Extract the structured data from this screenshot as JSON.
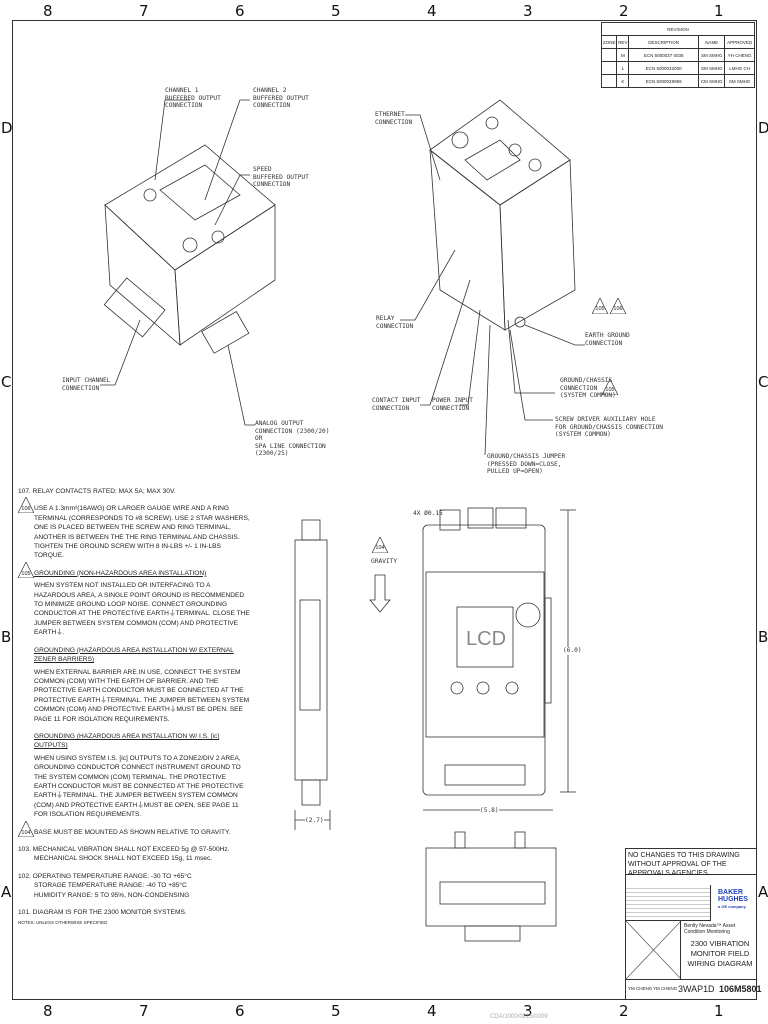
{
  "zones_top": [
    "8",
    "7",
    "6",
    "5",
    "4",
    "3",
    "2",
    "1"
  ],
  "zones_side": [
    "D",
    "C",
    "B",
    "A"
  ],
  "revision": {
    "title": "REVISION",
    "headers": [
      "ZONE",
      "REV",
      "DESCRIPTION",
      "NAME",
      "APPROVED"
    ],
    "rows": [
      [
        "",
        "M",
        "ECN 5000037 0035",
        "SM SMHG",
        "YH CHENG"
      ],
      [
        "",
        "L",
        "ECN 5000032000",
        "SM SMHG",
        "LMHG CH"
      ],
      [
        "",
        "K",
        "ECN 5000029959",
        "CM SMHG",
        "SM SMHG"
      ]
    ]
  },
  "callouts": {
    "ch1": "CHANNEL 1\nBUFFERED OUTPUT\nCONNECTION",
    "ch2": "CHANNEL 2\nBUFFERED OUTPUT\nCONNECTION",
    "speed": "SPEED\nBUFFERED OUTPUT\nCONNECTION",
    "input": "INPUT CHANNEL\nCONNECTION",
    "analog": "ANALOG OUTPUT\nCONNECTION (2300/20)\nOR\nSPA LINE CONNECTION\n(2300/25)",
    "ethernet": "ETHERNET\nCONNECTION",
    "relay": "RELAY\nCONNECTION",
    "earth": "EARTH GROUND\nCONNECTION",
    "contact": "CONTACT INPUT\nCONNECTION",
    "power": "POWER INPUT\nCONNECTION",
    "gnd_chassis": "GROUND/CHASSIS\nCONNECTION\n(SYSTEM COMMON)",
    "screwdriver": "SCREW DRIVER AUXILIARY HOLE\nFOR GROUND/CHASSIS CONNECTION\n(SYSTEM COMMON)",
    "jumper": "GROUND/CHASSIS JUMPER\n(PRESSED DOWN=CLOSE,\nPULLED UP=OPEN)"
  },
  "markers": {
    "m105": "105",
    "m106": "106",
    "m104": "104",
    "gravity": "GRAVITY"
  },
  "dims": {
    "holes": "4X Ø0.15",
    "height": "(6.0)",
    "width": "(5.8)",
    "depth": "(2.7)",
    "lcd": "LCD"
  },
  "notes": {
    "n107": "107. RELAY CONTACTS RATED: MAX 5A; MAX 30V.",
    "n106": "USE A 1.3mm²(16AWG) OR LARGER GAUGE WIRE AND A RING TERMINAL (CORRESPONDS TO #8 SCREW). USE 2 STAR WASHERS, ONE IS PLACED BETWEEN THE SCREW AND RING TERMINAL, ANOTHER IS BETWEEN THE THE RING TERMINAL AND CHASSIS.",
    "n106b": "TIGHTEN THE GROUND SCREW WITH 8 IN-LBS +/- 1 IN-LBS TORQUE.",
    "n105h": "GROUNDING (NON-HAZARDOUS AREA INSTALLATION)",
    "n105": "WHEN SYSTEM NOT INSTALLED OR INTERFACING TO A HAZARDOUS AREA, A SINGLE POINT GROUND IS RECOMMENDED TO MINIMIZE GROUND LOOP NOISE. CONNECT GROUNDING CONDUCTOR AT THE PROTECTIVE EARTH⏚TERMINAL. CLOSE THE JUMPER BETWEEN SYSTEM COMMON (COM) AND PROTECTIVE EARTH⏚.",
    "zh": "GROUNDING (HAZARDOUS AREA INSTALLATION W/ EXTERNAL ZENER BARRIERS)",
    "z": "WHEN EXTERNAL BARRIER ARE IN USE, CONNECT THE SYSTEM COMMON (COM) WITH THE EARTH OF BARRIER. AND THE PROTECTIVE EARTH CONDUCTOR MUST BE CONNECTED AT THE PROTECTIVE EARTH⏚TERMINAL. THE JUMPER BETWEEN SYSTEM COMMON (COM) AND PROTECTIVE EARTH⏚MUST BE OPEN. SEE PAGE 11 FOR ISOLATION REQUIREMENTS.",
    "ish": "GROUNDING (HAZARDOUS AREA INSTALLATION W/ I.S. [ic] OUTPUTS)",
    "is": "WHEN USING SYSTEM I.S. [ic] OUTPUTS TO A ZONE2/DIV 2 AREA, GROUNDING CONDUCTOR CONNECT INSTRUMENT GROUND TO THE SYSTEM COMMON (COM) TERMINAL. THE PROTECTIVE EARTH CONDUCTOR MUST BE CONNECTED AT THE PROTECTIVE EARTH⏚TERMINAL. THE JUMPER BETWEEN SYSTEM COMMON (COM) AND PROTECTIVE EARTH⏚MUST BE OPEN. SEE PAGE 11 FOR ISOLATION REQUIREMENTS.",
    "n104": "BASE MUST BE MOUNTED AS SHOWN RELATIVE TO GRAVITY.",
    "n103a": "103. MECHANICAL VIBRATION SHALL NOT EXCEED 5g @ 57-500Hz.",
    "n103b": "MECHANICAL SHOCK SHALL NOT EXCEED 15g, 11 msec.",
    "n102a": "102.   OPERATING TEMPERATURE RANGE: -30 TO +65°C",
    "n102b": "STORAGE TEMPERATURE RANGE: -40 TO +85°C",
    "n102c": "HUMIDITY RANGE: 5 TO 95%, NON-CONDENSING",
    "n101": "101.   DIAGRAM IS FOR THE 2300 MONITOR SYSTEMS.",
    "footer": "NOTES: UNLESS OTHERWISE SPECIFIED"
  },
  "title_block": {
    "warning": "NO CHANGES TO THIS DRAWING WITHOUT APPROVAL OF THE APPROVALS AGENCIES.",
    "company": "Bently Nevada™ Asset Condition Monitoring",
    "title": "2300 VIBRATION MONITOR FIELD WIRING DIAGRAM",
    "logo": "BAKER HUGHES a GE company",
    "drawn": "YM CHENG",
    "checked": "YM CHENG",
    "cage": "3WAP1",
    "size": "D",
    "dwg_no": "106M5801"
  },
  "doc_id": "CDA/1000/0815/0009"
}
